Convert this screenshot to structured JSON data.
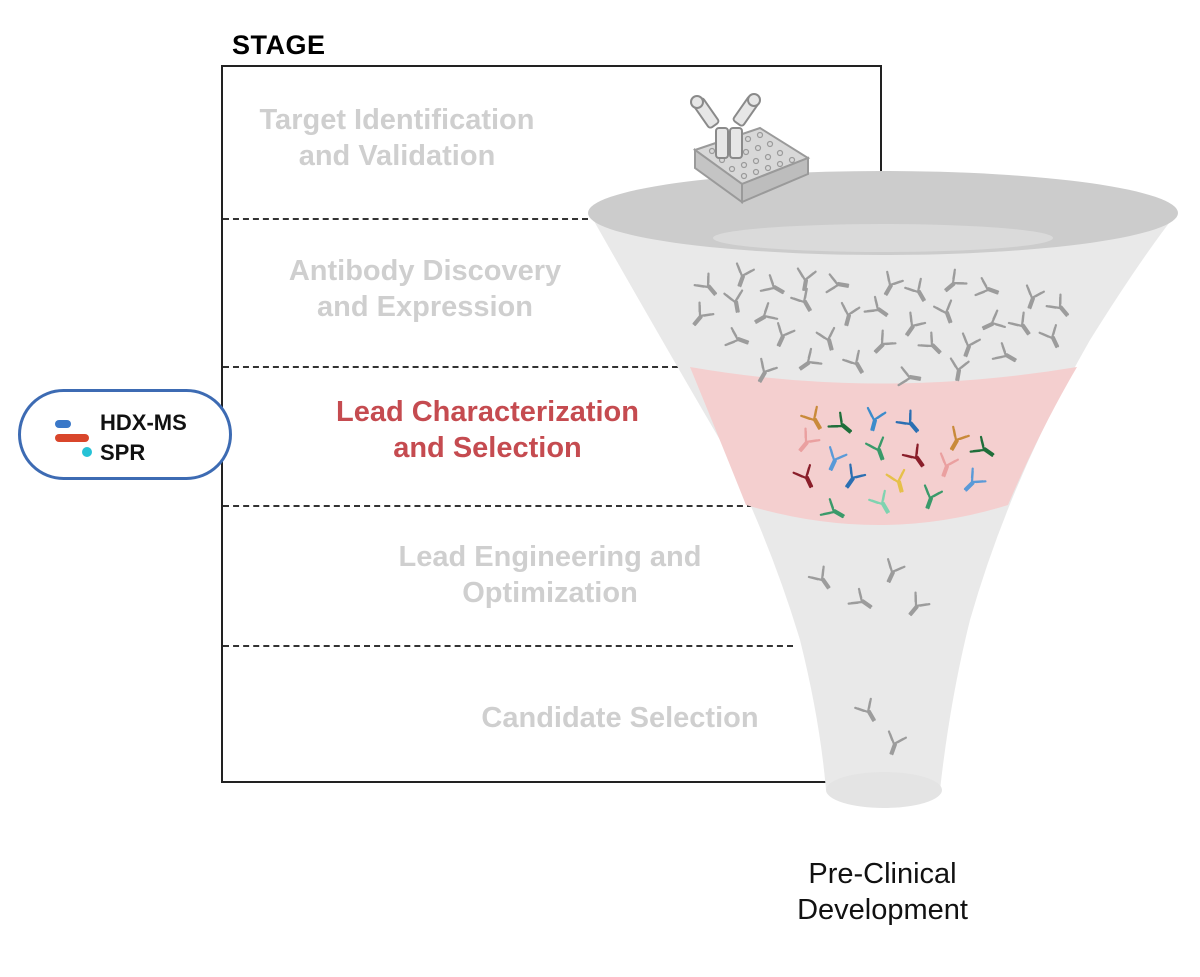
{
  "stage_heading": "STAGE",
  "stages": [
    {
      "line1": "Target Identification",
      "line2": "and Validation",
      "state": "inactive"
    },
    {
      "line1": "Antibody Discovery",
      "line2": "and Expression",
      "state": "inactive"
    },
    {
      "line1": "Lead Characterization",
      "line2": "and Selection",
      "state": "active"
    },
    {
      "line1": "Lead Engineering and",
      "line2": "Optimization",
      "state": "inactive"
    },
    {
      "line1": "Candidate Selection",
      "line2": "",
      "state": "inactive"
    }
  ],
  "methods": [
    {
      "label": "HDX-MS",
      "marker_color": "#3a78c8"
    },
    {
      "label": "SPR",
      "marker_color": "#d9462b",
      "dot_color": "#26c2d6"
    }
  ],
  "output_label": {
    "line1": "Pre-Clinical",
    "line2": "Development"
  },
  "colors": {
    "inactive_text": "#cfcfcf",
    "active_text": "#c54b50",
    "active_band": "#f4cfcf",
    "funnel_body": "#e9e9e9",
    "funnel_rim": "#cccccc",
    "pill_border": "#3d6bb3"
  },
  "icons": [
    "antibody-on-plate-icon",
    "antibody-icon"
  ]
}
